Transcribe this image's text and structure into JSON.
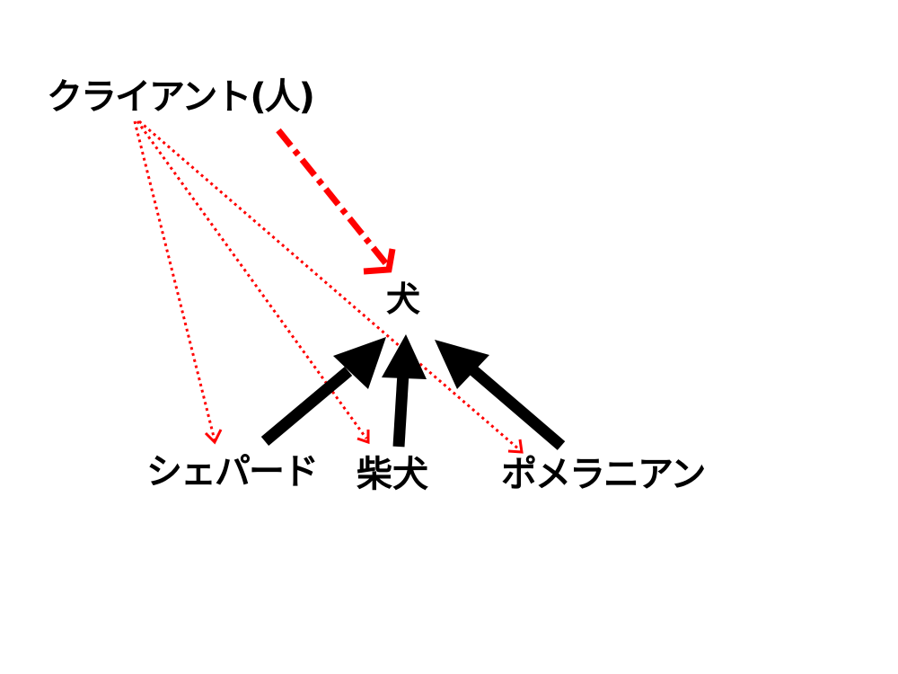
{
  "nodes": {
    "client": "クライアント(人)",
    "dog": "犬",
    "shepherd": "シェパード",
    "shiba": "柴犬",
    "pomeranian": "ポメラニアン"
  },
  "colors": {
    "dependency": "#ff0000",
    "inheritance": "#000000",
    "text": "#000000",
    "background": "#ffffff"
  },
  "edges": [
    {
      "from": "client",
      "to": "dog",
      "style": "dash-dot",
      "color": "red"
    },
    {
      "from": "client",
      "to": "shepherd",
      "style": "dotted",
      "color": "red"
    },
    {
      "from": "client",
      "to": "shiba",
      "style": "dotted",
      "color": "red"
    },
    {
      "from": "client",
      "to": "pomeranian",
      "style": "dotted",
      "color": "red"
    },
    {
      "from": "shepherd",
      "to": "dog",
      "style": "solid",
      "color": "black"
    },
    {
      "from": "shiba",
      "to": "dog",
      "style": "solid",
      "color": "black"
    },
    {
      "from": "pomeranian",
      "to": "dog",
      "style": "solid",
      "color": "black"
    }
  ]
}
